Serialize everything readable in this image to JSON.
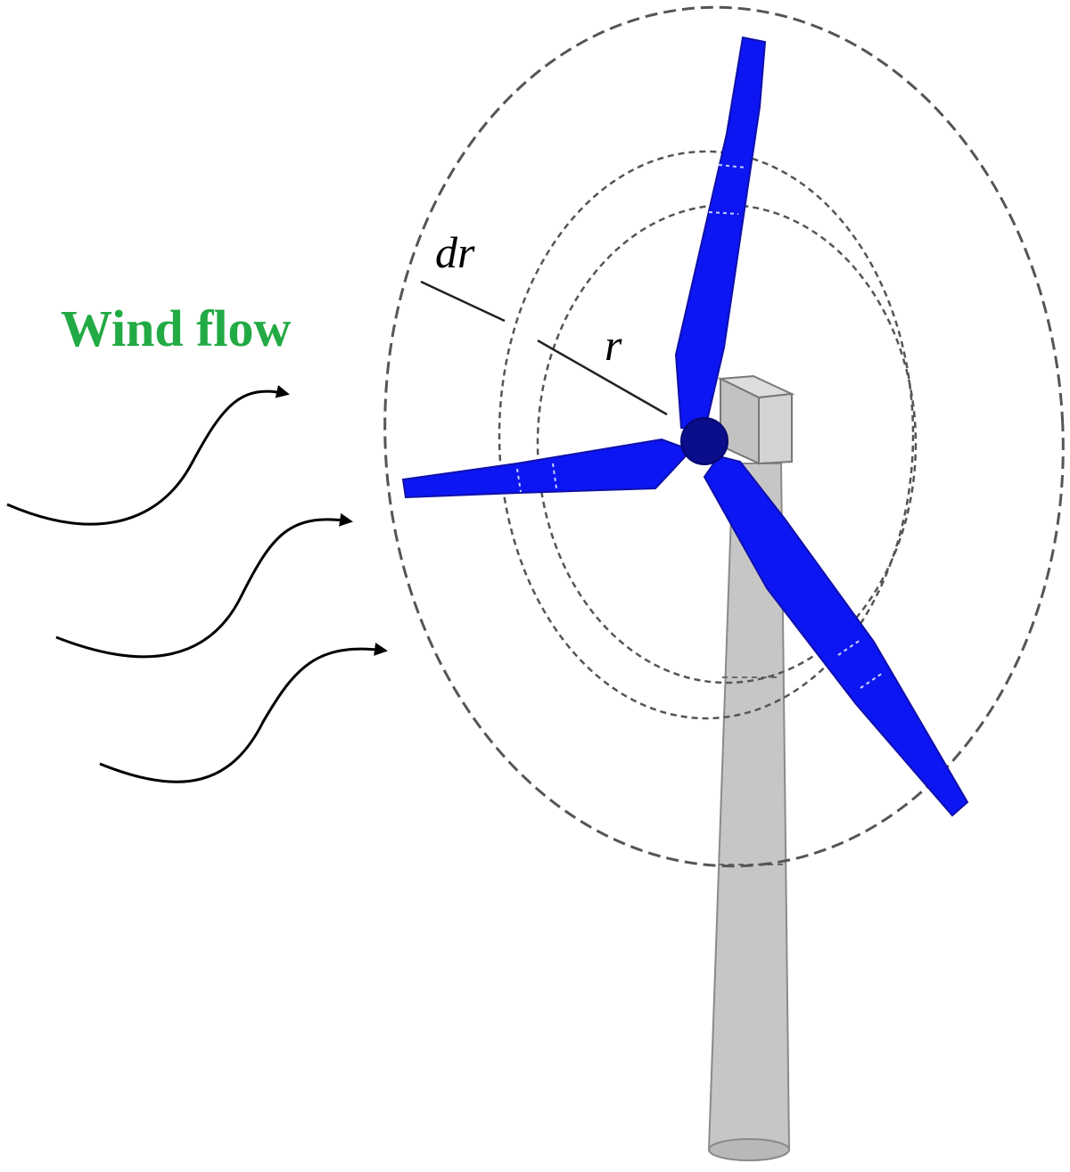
{
  "title": "Wind flow",
  "labels": {
    "dr": "dr",
    "r": "r"
  },
  "colors": {
    "title": "#22aa44",
    "blade": "#0b16f2",
    "tower": "#c6c6c6",
    "nacelle": "#cccccc",
    "text": "#000000"
  },
  "icons": {
    "flow_arrows": "curved-arrow-icon",
    "turbine": "wind-turbine-icon"
  }
}
